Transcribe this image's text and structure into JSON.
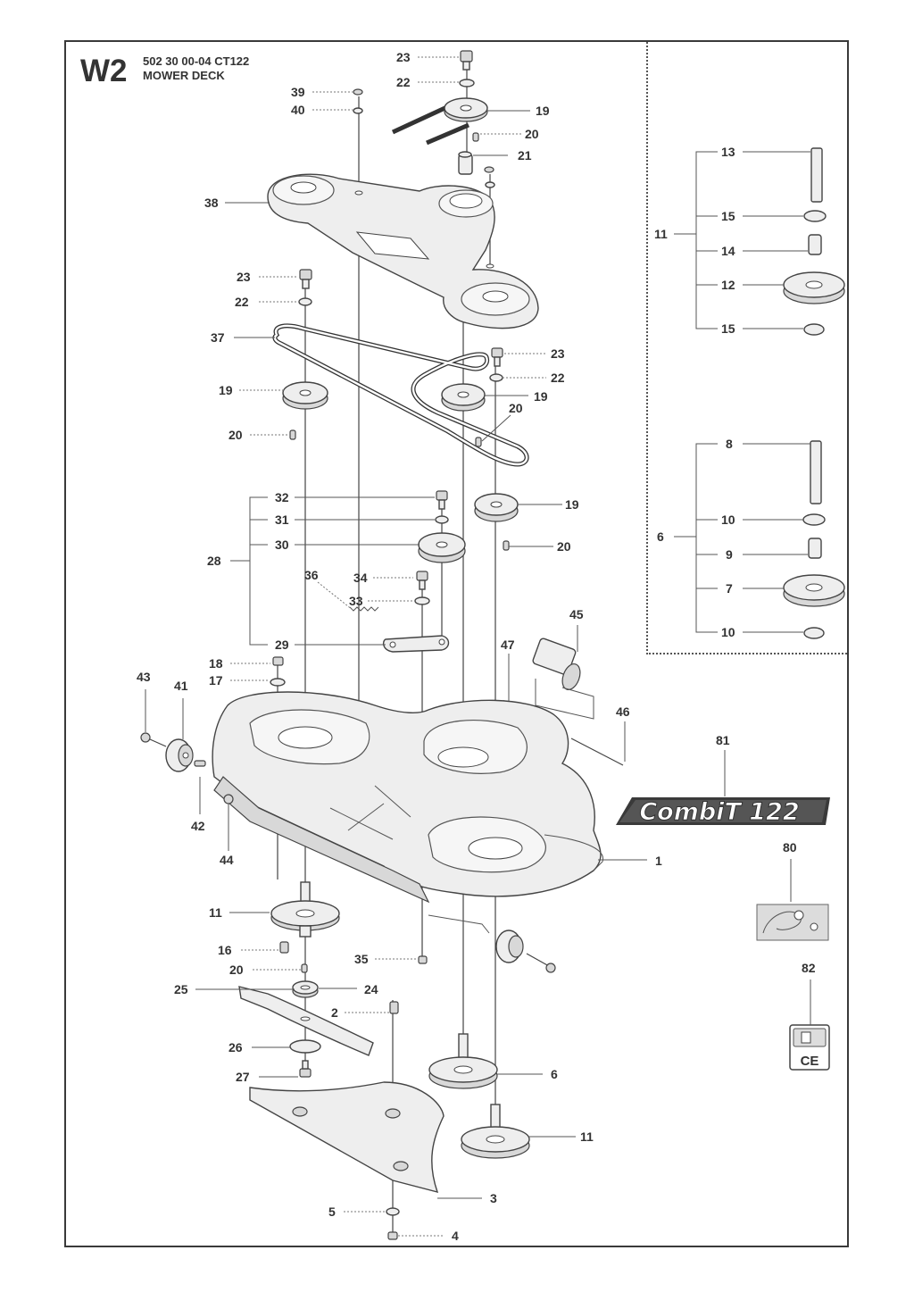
{
  "header": {
    "code": "W2",
    "ref": "502 30 00-04  CT122",
    "title": "MOWER DECK"
  },
  "badge": {
    "text": "CombiT 122"
  },
  "symbol": {
    "ce": "CE"
  },
  "labels": {
    "l23a": "23",
    "l22a": "22",
    "l39": "39",
    "l40": "40",
    "l19a": "19",
    "l20a": "20",
    "l21": "21",
    "l38": "38",
    "l23b": "23",
    "l22b": "22",
    "l37": "37",
    "l19b": "19",
    "l20b": "20",
    "l23c": "23",
    "l22c": "22",
    "l19c": "19",
    "l20c": "20",
    "l19d": "19",
    "l20d": "20",
    "l32": "32",
    "l31": "31",
    "l30": "30",
    "l28": "28",
    "l36": "36",
    "l34": "34",
    "l33": "33",
    "l29": "29",
    "l45": "45",
    "l47": "47",
    "l18": "18",
    "l17": "17",
    "l43": "43",
    "l41": "41",
    "l46": "46",
    "l81": "81",
    "l42": "42",
    "l44": "44",
    "l1": "1",
    "l80": "80",
    "l11a": "11",
    "l16": "16",
    "l20e": "20",
    "l35": "35",
    "l82": "82",
    "l25": "25",
    "l24": "24",
    "l2": "2",
    "l26": "26",
    "l27": "27",
    "l6a": "6",
    "l11b": "11",
    "l3": "3",
    "l5": "5",
    "l4": "4",
    "i13": "13",
    "i11": "11",
    "i15a": "15",
    "i14": "14",
    "i12": "12",
    "i15b": "15",
    "i8": "8",
    "i6": "6",
    "i10a": "10",
    "i9": "9",
    "i7": "7",
    "i10b": "10"
  }
}
